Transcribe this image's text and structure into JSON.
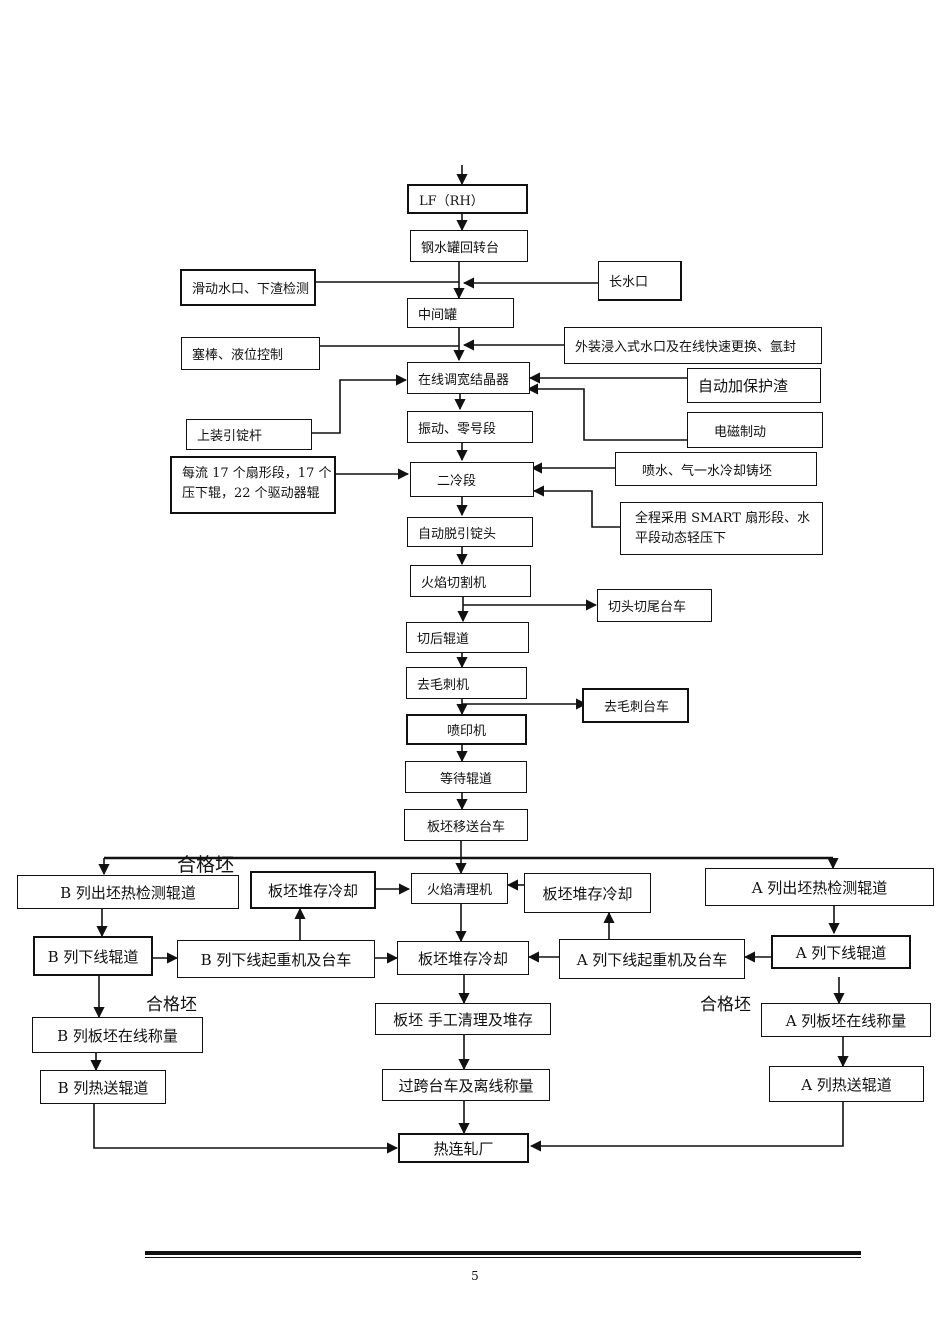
{
  "flow": {
    "lf_rh": "LF（RH）",
    "ladle_turret": "钢水罐回转台",
    "slide_gate": "滑动水口、下渣检测",
    "long_nozzle": "长水口",
    "tundish": "中间罐",
    "stopper": "塞棒、液位控制",
    "sen_change": "外装浸入式水口及在线快速更换、氩封",
    "mold": "在线调宽结晶器",
    "auto_powder": "自动加保护渣",
    "dummy_bar": "上装引锭杆",
    "oscillation": "振动、零号段",
    "ems": "电磁制动",
    "segments_note": "每流 17 个扇形段，17 个压下辊，22 个驱动器辊",
    "secondary_cooling": "二冷段",
    "spray_cooling": "喷水、气一水冷却铸坯",
    "smart_segment": "全程采用 SMART 扇形段、水平段动态轻压下",
    "dummy_removal": "自动脱引锭头",
    "torch_cutter": "火焰切割机",
    "head_tail_cart": "切头切尾台车",
    "post_cut_roller": "切后辊道",
    "deburr": "去毛刺机",
    "deburr_cart": "去毛刺台车",
    "marking": "喷印机",
    "waiting_roller": "等待辊道",
    "transfer_cart": "板坯移送台车",
    "qualified_1": "合格坯",
    "b_exit_roller": "B 列出坯热检测辊道",
    "stack_cool_left": "板坯堆存冷却",
    "scarfing": "火焰清理机",
    "stack_cool_right": "板坯堆存冷却",
    "a_exit_roller": "A 列出坯热检测辊道",
    "b_offline_roller": "B 列下线辊道",
    "b_crane": "B 列下线起重机及台车",
    "stack_cool_center": "板坯堆存冷却",
    "a_crane": "A 列下线起重机及台车",
    "a_offline_roller": "A 列下线辊道",
    "qualified_b": "合格坯",
    "qualified_a": "合格坯",
    "b_weigh": "B 列板坯在线称量",
    "manual_clean": "板坯  手工清理及堆存",
    "a_weigh": "A 列板坯在线称量",
    "b_hot_roller": "B 列热送辊道",
    "cross_cart": "过跨台车及离线称量",
    "a_hot_roller": "A 列热送辊道",
    "hot_rolling": "热连轧厂"
  },
  "page_number": "5"
}
